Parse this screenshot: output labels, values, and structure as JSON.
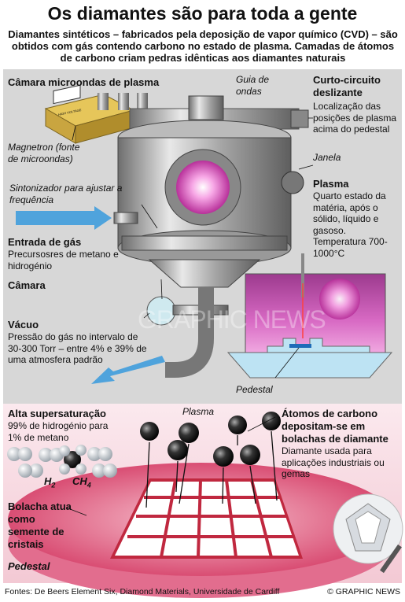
{
  "title": "Os diamantes são para toda a gente",
  "subtitle": "Diamantes sintéticos – fabricados pela deposição de vapor químico (CVD) – são obtidos com gás contendo carbono no estado de plasma. Camadas de átomos de carbono criam pedras idênticas aos diamantes naturais",
  "labels": {
    "chamber_title": "Câmara microondas de plasma",
    "waveguide": "Guia de ondas",
    "sliding_short_title": "Curto-circuito deslizante",
    "sliding_short_desc": "Localização das posições de plasma acima do pedestal",
    "window": "Janela",
    "magnetron": "Magnetron (fonte de microondas)",
    "tuner": "Sintonizador para ajustar a frequência",
    "plasma_title": "Plasma",
    "plasma_desc": "Quarto estado da matéria, após o sólido, líquido e gasoso. Temperatura 700-1000°C",
    "gas_inlet_title": "Entrada de gás",
    "gas_inlet_desc": "Precursosres de metano e hidrogénio",
    "chamber": "Câmara",
    "vacuum_title": "Vácuo",
    "vacuum_desc": "Pressão do gás no intervalo de 30-300 Torr – entre 4% e 39% de uma atmosfera padrão",
    "pedestal_top": "Pedestal",
    "warning_sign": "HIGH VOLTAGE"
  },
  "lower": {
    "supersat_title": "Alta supersaturação",
    "supersat_desc": "99% de hidrogénio para 1% de metano",
    "h2": "H",
    "h2_sub": "2",
    "ch4": "CH",
    "ch4_sub": "4",
    "plasma": "Plasma",
    "carbon_title": "Átomos de carbono depositam-se em bolachas de diamante",
    "carbon_desc": "Diamante usada para aplicações industriais ou gemas",
    "wafer_title": "Bolacha atua como semente de cristais",
    "pedestal": "Pedestal"
  },
  "watermark": "GRAPHIC NEWS",
  "footer": {
    "sources": "Fontes: De Beers Element Six, Diamond Materials, Universidade de Cardiff",
    "credit": "© GRAPHIC NEWS"
  },
  "colors": {
    "panel": "#d7d7d7",
    "plasma": "#d64fb5",
    "arrow": "#4fa3dc",
    "steel": "#9a9a9a"
  }
}
